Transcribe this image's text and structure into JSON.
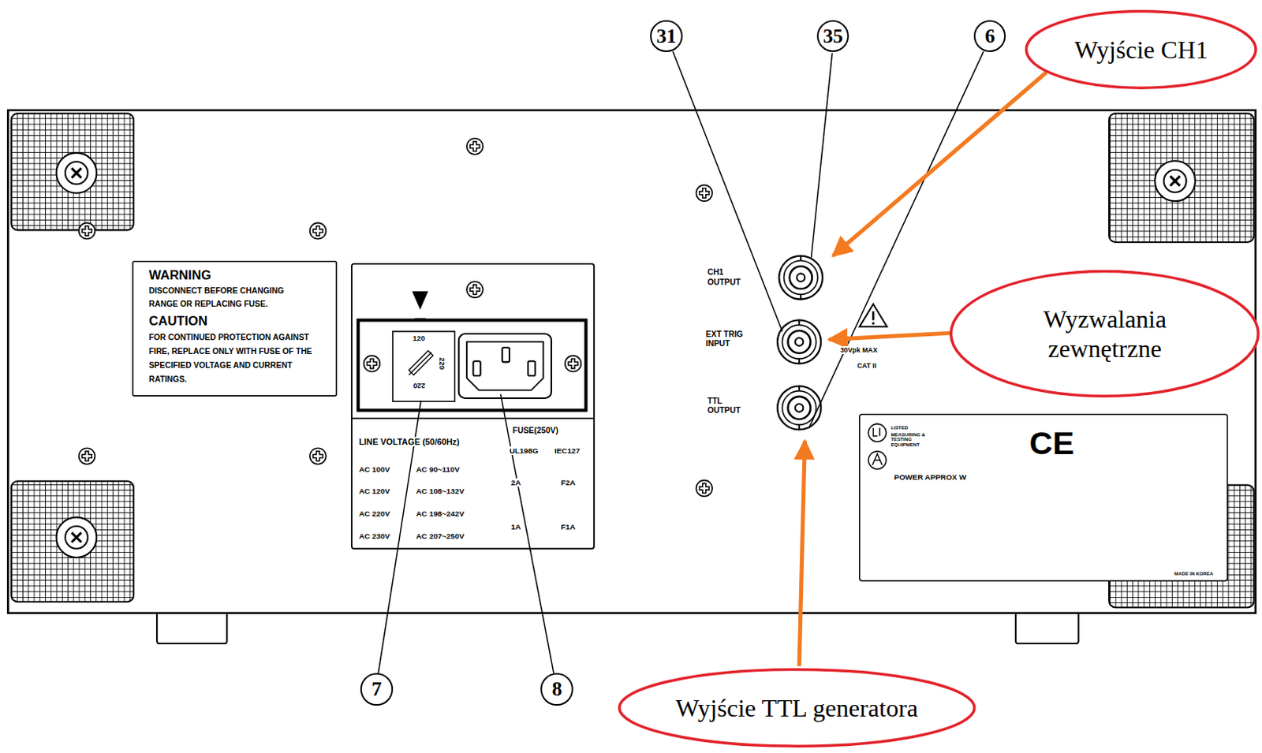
{
  "diagram": {
    "nodes": [
      {
        "text": [
          "31"
        ]
      },
      {
        "text": [
          "35"
        ]
      },
      {
        "text": [
          "6"
        ]
      },
      {
        "text": [
          "Wyjście CH1"
        ]
      },
      {
        "text": [
          "Wyzwalania zewnętrzne"
        ]
      },
      {
        "text": [
          "7"
        ]
      },
      {
        "text": [
          "8"
        ]
      },
      {
        "text": [
          "Wyjście TTL generatora"
        ]
      }
    ],
    "labels": [
      "WARNING",
      "DISCONNECT BEFORE CHANGING RANGE OR REPLACING FUSE.",
      "CAUTION",
      "FOR CONTINUED PROTECTION AGAINST FIRE, REPLACE ONLY WITH FUSE OF THE SPECIFIED VOLTAGE AND CURRENT RATINGS.",
      "120",
      "220",
      "220",
      "LINE VOLTAGE (50/60Hz)",
      "FUSE(250V)",
      "UL198G",
      "IEC127",
      "AC 100V",
      "AC 90~110V",
      "2A",
      "F2A",
      "AC 120V",
      "AC 108~132V",
      "AC 220V",
      "AC 198~242V",
      "1A",
      "F1A",
      "AC 230V",
      "AC 207~250V",
      "CH1 OUTPUT",
      "EXT TRIG INPUT",
      "TTL OUTPUT",
      "30Vpk MAX",
      "CAT II",
      "LISTED",
      "MEASURING & TESTING EQUIPMENT",
      "CE",
      "POWER APPROX W",
      "MADE IN KOREA"
    ]
  }
}
